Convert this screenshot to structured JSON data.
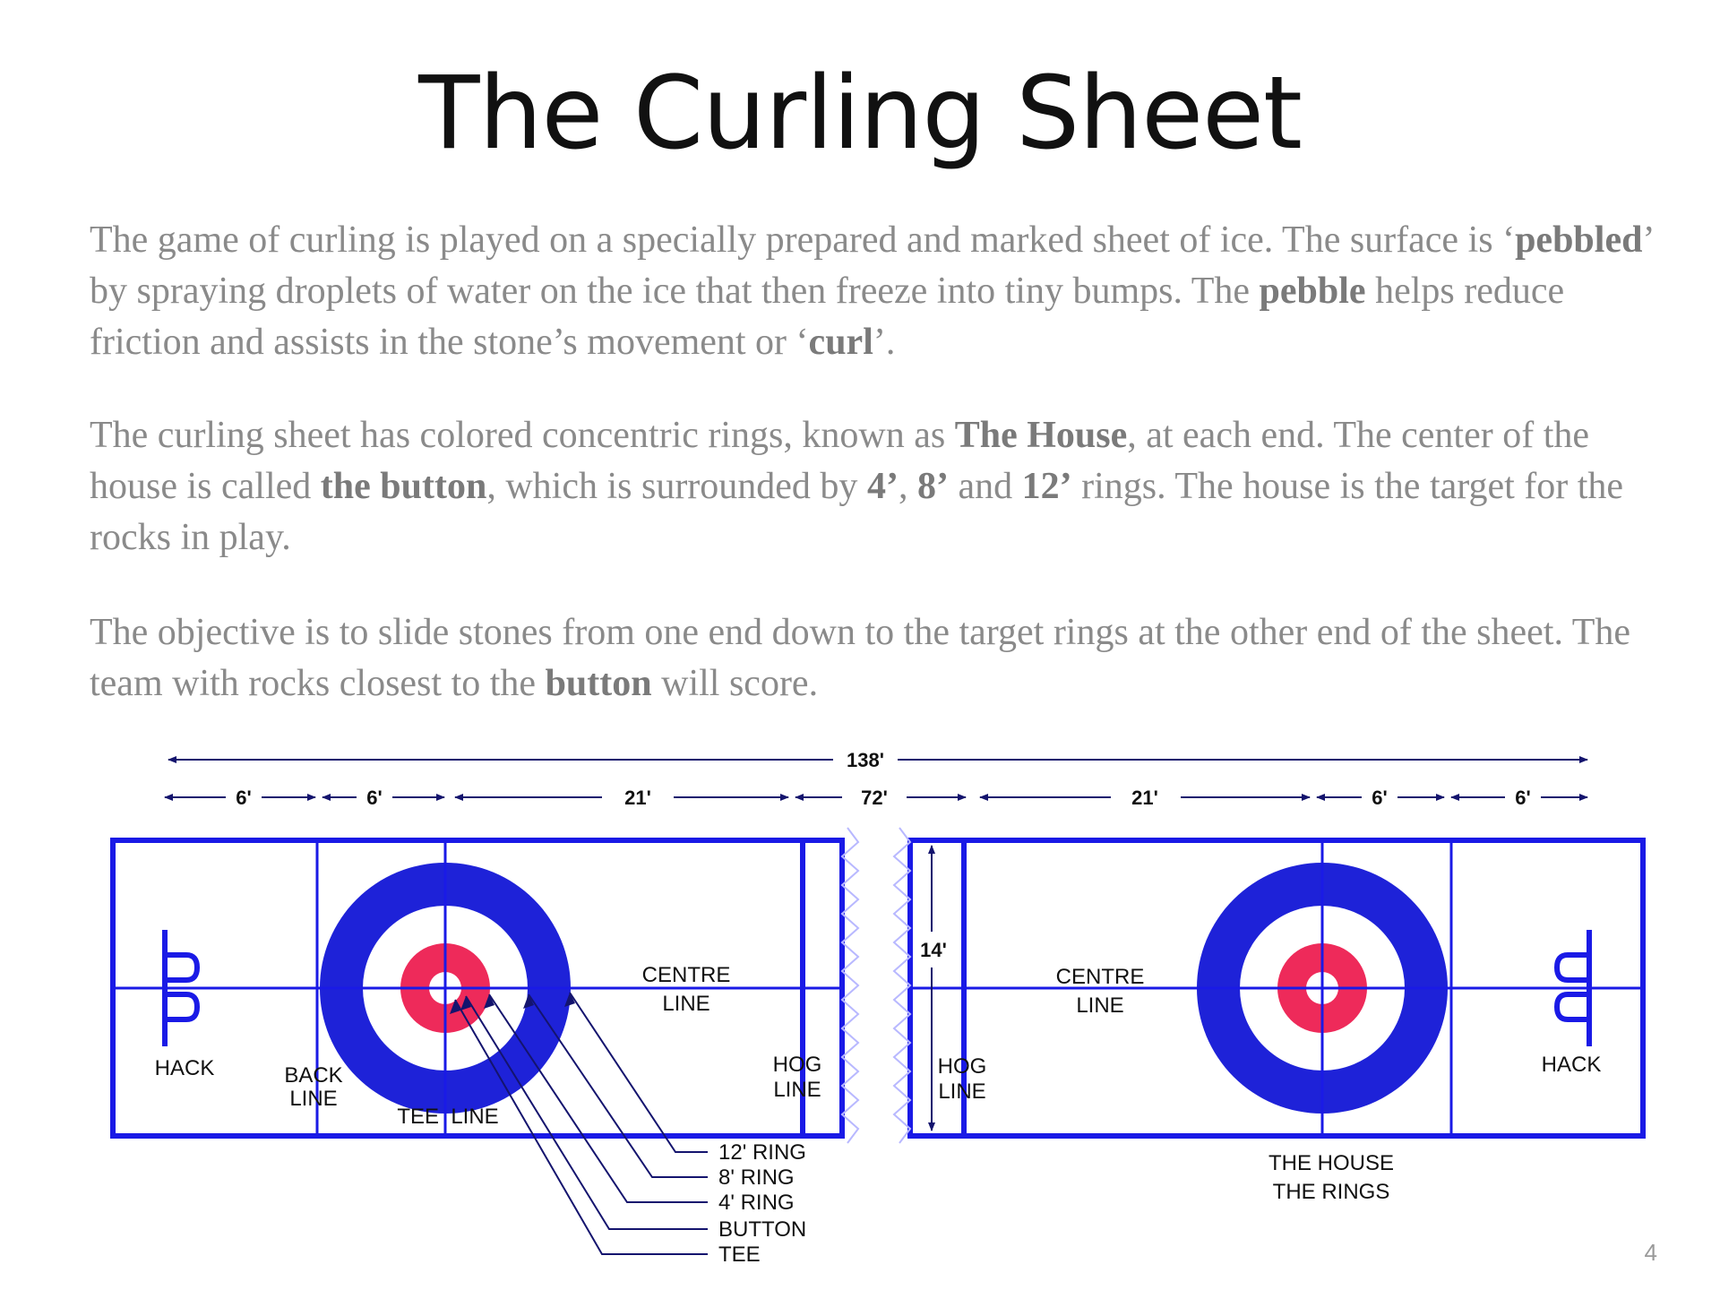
{
  "title": "The Curling Sheet",
  "paragraphs": {
    "p1": {
      "t1": "The game of curling is played on a specially prepared and marked sheet of ice.  The surface is ‘",
      "b1": "pebbled",
      "t2": "’ by spraying droplets of water on the ice that then freeze into tiny bumps.  The ",
      "b2": "pebble",
      "t3": " helps reduce friction and assists in the stone’s movement or ‘",
      "b3": "curl",
      "t4": "’."
    },
    "p2": {
      "t1": "The curling sheet has colored concentric rings, known as ",
      "b1": "The House",
      "t2": ", at each end.  The center of the house is called ",
      "b2": "the button",
      "t3": ", which is surrounded by ",
      "b3": "4’",
      "t4": ", ",
      "b4": "8’",
      "t5": " and ",
      "b5": "12’",
      "t6": " rings.  The house is the target for the rocks in play."
    },
    "p3": {
      "t1": "The objective is to slide stones from one end down to the target rings at the other end of the sheet.  The team with rocks closest to the ",
      "b1": "button",
      "t2": " will score."
    }
  },
  "diagram": {
    "dimensions": {
      "total": "138'",
      "left_hack_to_back": "6'",
      "left_back_to_tee": "6'",
      "left_tee_to_hog": "21'",
      "between_hogs": "72'",
      "right_hog_to_tee": "21'",
      "right_tee_to_back": "6'",
      "right_back_to_hack": "6'",
      "width": "14'"
    },
    "labels": {
      "hack_left": "HACK",
      "hack_right": "HACK",
      "back_line_1": "BACK",
      "back_line_2": "LINE",
      "tee_line": "TEE  LINE",
      "centre_line_left_1": "CENTRE",
      "centre_line_left_2": "LINE",
      "centre_line_right_1": "CENTRE",
      "centre_line_right_2": "LINE",
      "hog_line_left_1": "HOG",
      "hog_line_left_2": "LINE",
      "hog_line_right_1": "HOG",
      "hog_line_right_2": "LINE",
      "ring_12": "12' RING",
      "ring_8": "8' RING",
      "ring_4": "4' RING",
      "button": "BUTTON",
      "tee": "TEE",
      "house_1": "THE HOUSE",
      "house_2": "THE RINGS"
    },
    "colors": {
      "sheet_line": "#1a1ae6",
      "ring_outer": "#1e22d8",
      "ring_inner": "#ee2a5a",
      "ice": "#ffffff",
      "pointer": "#14146e"
    }
  },
  "page_number": "4"
}
